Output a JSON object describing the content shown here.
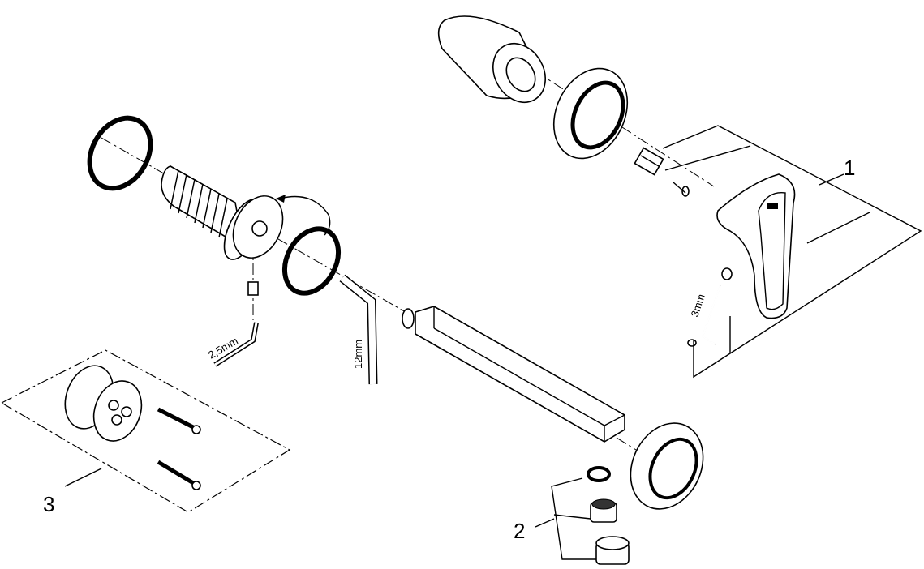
{
  "diagram": {
    "callouts": {
      "part1": "1",
      "part2": "2",
      "part3": "3"
    },
    "dimensions": {
      "hex_key_small": "2,5mm",
      "hex_key_large": "12mm",
      "hex_key_handle": "3mm"
    }
  }
}
